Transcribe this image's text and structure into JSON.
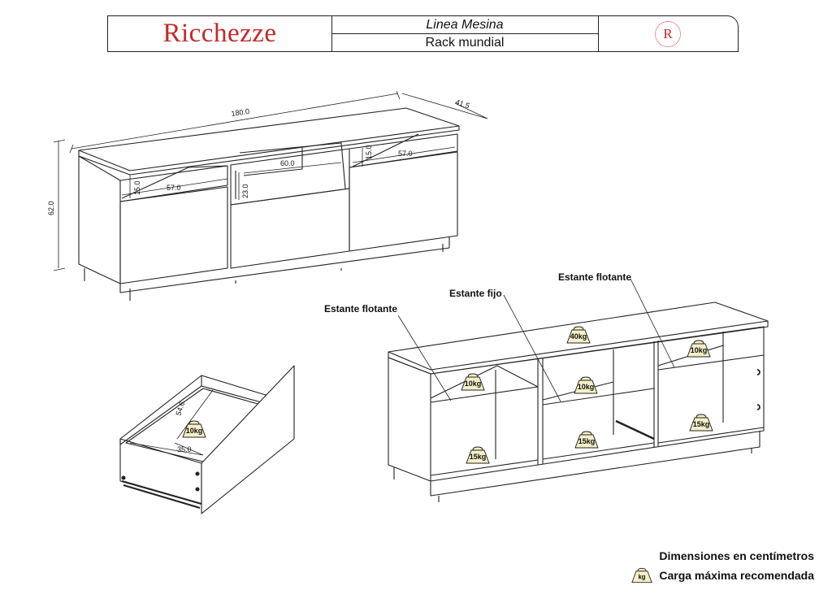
{
  "header": {
    "brand": "Ricchezze",
    "series": "Linea Mesina",
    "product": "Rack mundial",
    "seal_letter": "R"
  },
  "dimensions": {
    "width": "180.0",
    "depth": "41.5",
    "height": "62.0",
    "left_niche_width": "57.0",
    "left_niche_height": "15.0",
    "center_niche_width": "60.0",
    "center_niche_height": "23.0",
    "right_niche_width": "57.0",
    "right_niche_height": "15.0",
    "drawer_depth": "54.6",
    "drawer_width": "35.0"
  },
  "shelf_labels": {
    "left_floating": "Estante flotante",
    "fixed": "Estante fijo",
    "right_floating": "Estante flotante"
  },
  "loads": {
    "top": "40kg",
    "left_upper_shelf": "10kg",
    "left_bottom": "15kg",
    "center_shelf": "10kg",
    "center_bottom": "15kg",
    "right_upper_shelf": "10kg",
    "right_bottom": "15kg",
    "drawer": "10kg"
  },
  "legend": {
    "units": "Dimensiones en centímetros",
    "icon_unit": "kg",
    "max_load": "Carga máxima recomendada"
  },
  "colors": {
    "brand_red": "#c62828",
    "weight_fill": "#f6f0c8",
    "line": "#222222"
  }
}
